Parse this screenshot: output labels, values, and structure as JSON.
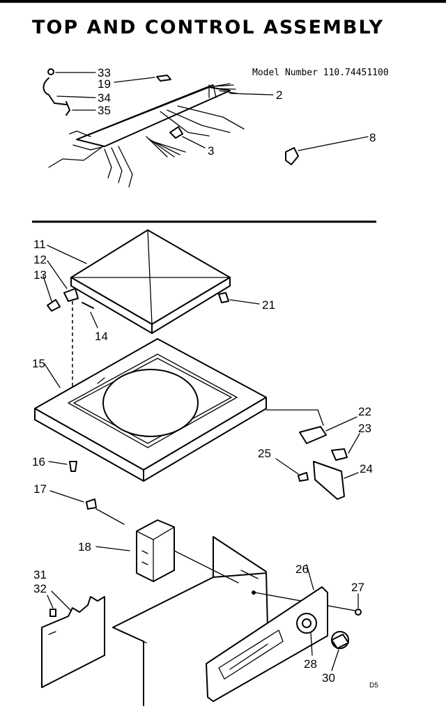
{
  "title": "TOP AND CONTROL ASSEMBLY",
  "model_number": "Model Number 110.74451100",
  "corner_mark": "D5",
  "label_text_on_panel": "",
  "callouts": {
    "c33": "33",
    "c19": "19",
    "c34": "34",
    "c35": "35",
    "c2": "2",
    "c3": "3",
    "c8": "8",
    "c11": "11",
    "c12": "12",
    "c13": "13",
    "c14": "14",
    "c21": "21",
    "c15": "15",
    "c16": "16",
    "c22": "22",
    "c23": "23",
    "c24": "24",
    "c25": "25",
    "c17": "17",
    "c18": "18",
    "c31": "31",
    "c32": "32",
    "c26": "26",
    "c27": "27",
    "c28": "28",
    "c30": "30"
  }
}
